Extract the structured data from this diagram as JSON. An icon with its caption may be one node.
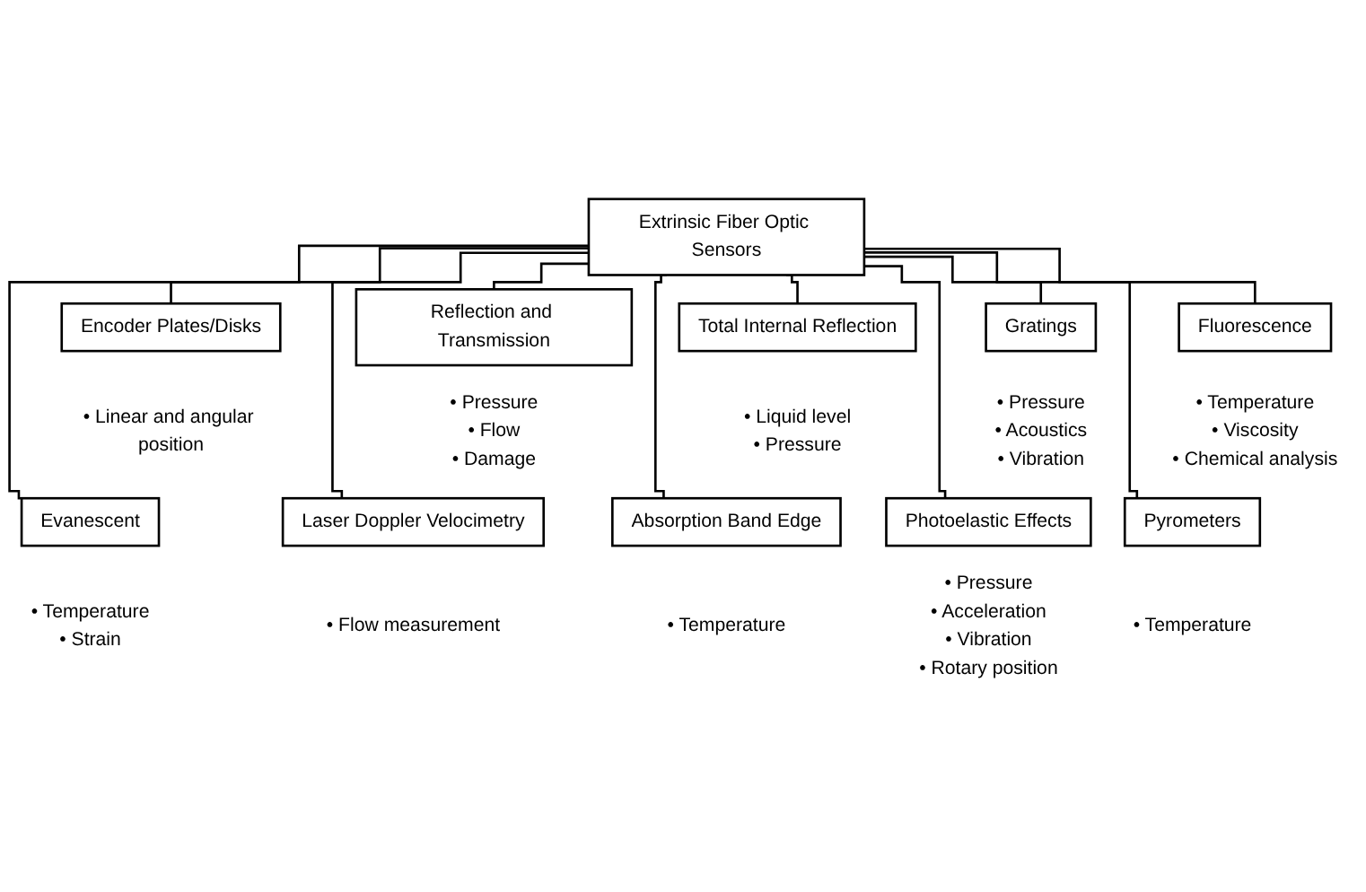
{
  "diagram": {
    "nodes": [
      {
        "text": [
          "Extrinsic Fiber Optic Sensors"
        ]
      },
      {
        "text": [
          "Encoder Plates/Disks"
        ],
        "beside": [
          "• Linear and angular position"
        ]
      },
      {
        "text": [
          "Reflection and Transmission"
        ],
        "beside": [
          "• Pressure",
          "• Flow",
          "• Damage"
        ]
      },
      {
        "text": [
          "Total Internal Reflection"
        ],
        "beside": [
          "• Liquid level",
          "• Pressure"
        ]
      },
      {
        "text": [
          "Gratings"
        ],
        "beside": [
          "• Pressure",
          "• Acoustics",
          "• Vibration"
        ]
      },
      {
        "text": [
          "Fluorescence"
        ],
        "beside": [
          "• Temperature",
          "• Viscosity",
          "• Chemical analysis"
        ]
      },
      {
        "text": [
          "Evanescent"
        ],
        "beside": [
          "• Temperature",
          "• Strain"
        ]
      },
      {
        "text": [
          "Laser Doppler Velocimetry"
        ],
        "beside": [
          "• Flow measurement"
        ]
      },
      {
        "text": [
          "Absorption Band Edge"
        ],
        "beside": [
          "• Temperature"
        ]
      },
      {
        "text": [
          "Photoelastic Effects"
        ],
        "beside": [
          "• Pressure",
          "• Acceleration",
          "• Vibration",
          "• Rotary position"
        ]
      },
      {
        "text": [
          "Pyrometers"
        ],
        "beside": [
          "• Temperature"
        ]
      }
    ],
    "edges": [
      {
        "from": 0,
        "to": 1,
        "arrow": "none"
      },
      {
        "from": 0,
        "to": 2,
        "arrow": "none"
      },
      {
        "from": 0,
        "to": 3,
        "arrow": "none"
      },
      {
        "from": 0,
        "to": 4,
        "arrow": "none"
      },
      {
        "from": 0,
        "to": 5,
        "arrow": "none"
      },
      {
        "from": 0,
        "to": 6,
        "arrow": "none"
      },
      {
        "from": 0,
        "to": 7,
        "arrow": "none"
      },
      {
        "from": 0,
        "to": 8,
        "arrow": "none"
      },
      {
        "from": 0,
        "to": 9,
        "arrow": "none"
      },
      {
        "from": 0,
        "to": 10,
        "arrow": "none"
      }
    ]
  }
}
